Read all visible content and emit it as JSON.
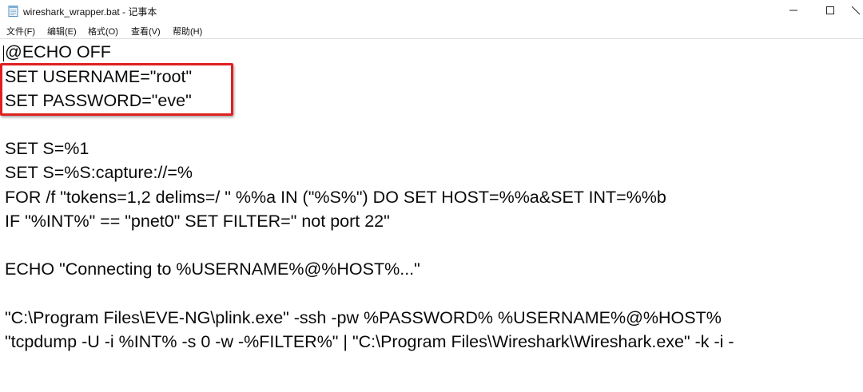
{
  "window": {
    "title": "wireshark_wrapper.bat - 记事本",
    "icon": "notepad-icon",
    "controls": {
      "minimize_icon": "minimize-icon",
      "maximize_icon": "maximize-icon",
      "close_icon": "close-icon"
    }
  },
  "menu": {
    "items": [
      {
        "label": "文件(F)"
      },
      {
        "label": "编辑(E)"
      },
      {
        "label": "格式(O)"
      },
      {
        "label": "查看(V)"
      },
      {
        "label": "帮助(H)"
      }
    ]
  },
  "editor": {
    "lines": [
      "@ECHO OFF",
      "SET USERNAME=\"root\"",
      "SET PASSWORD=\"eve\"",
      "",
      "SET S=%1",
      "SET S=%S:capture://=%",
      "FOR /f \"tokens=1,2 delims=/ \" %%a IN (\"%S%\") DO SET HOST=%%a&SET INT=%%b",
      "IF \"%INT%\" == \"pnet0\" SET FILTER=\" not port 22\"",
      "",
      "ECHO \"Connecting to %USERNAME%@%HOST%...\"",
      "",
      "\"C:\\Program Files\\EVE-NG\\plink.exe\" -ssh -pw %PASSWORD% %USERNAME%@%HOST%",
      "\"tcpdump -U -i %INT% -s 0 -w -%FILTER%\" | \"C:\\Program Files\\Wireshark\\Wireshark.exe\" -k -i -"
    ]
  },
  "annotation": {
    "color": "#e02020"
  }
}
